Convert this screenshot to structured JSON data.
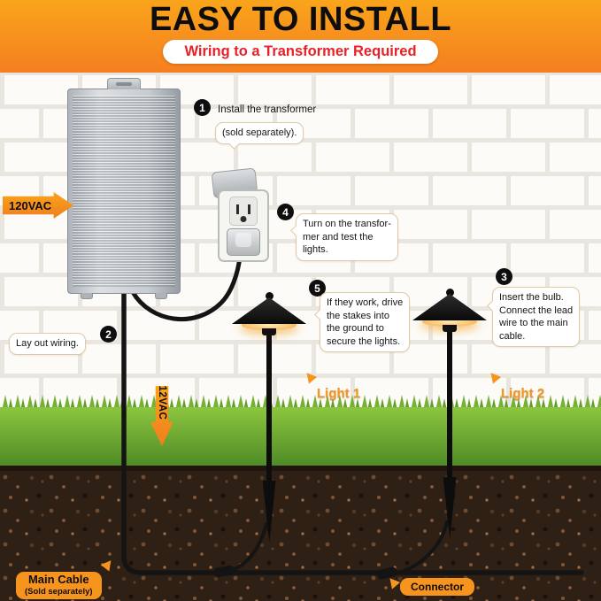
{
  "banner": {
    "title": "EASY TO INSTALL",
    "subtitle": "Wiring to a Transformer Required"
  },
  "steps": {
    "s1": {
      "num": "1",
      "text": "Install the transformer",
      "bubble": "(sold separately)."
    },
    "s2": {
      "num": "2",
      "text": "Lay out wiring."
    },
    "s3": {
      "num": "3",
      "text": "Insert the bulb.\nConnect the lead\nwire to the main\ncable."
    },
    "s4": {
      "num": "4",
      "text": "Turn on the transfor-\nmer and test the\nlights."
    },
    "s5": {
      "num": "5",
      "text": "If they work, drive\nthe stakes into\nthe ground to\nsecure the lights."
    }
  },
  "labels": {
    "input_voltage": "120VAC",
    "output_voltage": "12VAC",
    "light1": "Light 1",
    "light2": "Light 2",
    "main_cable_title": "Main Cable",
    "main_cable_note": "(Sold separately)",
    "connector": "Connector"
  },
  "colors": {
    "banner_orange": "#F7941E",
    "subtitle_red": "#E82127",
    "label_orange": "#F7941D",
    "glow_warm": "#F4B95C",
    "grass_green": "#6FAE35",
    "soil_brown": "#2F2015"
  }
}
